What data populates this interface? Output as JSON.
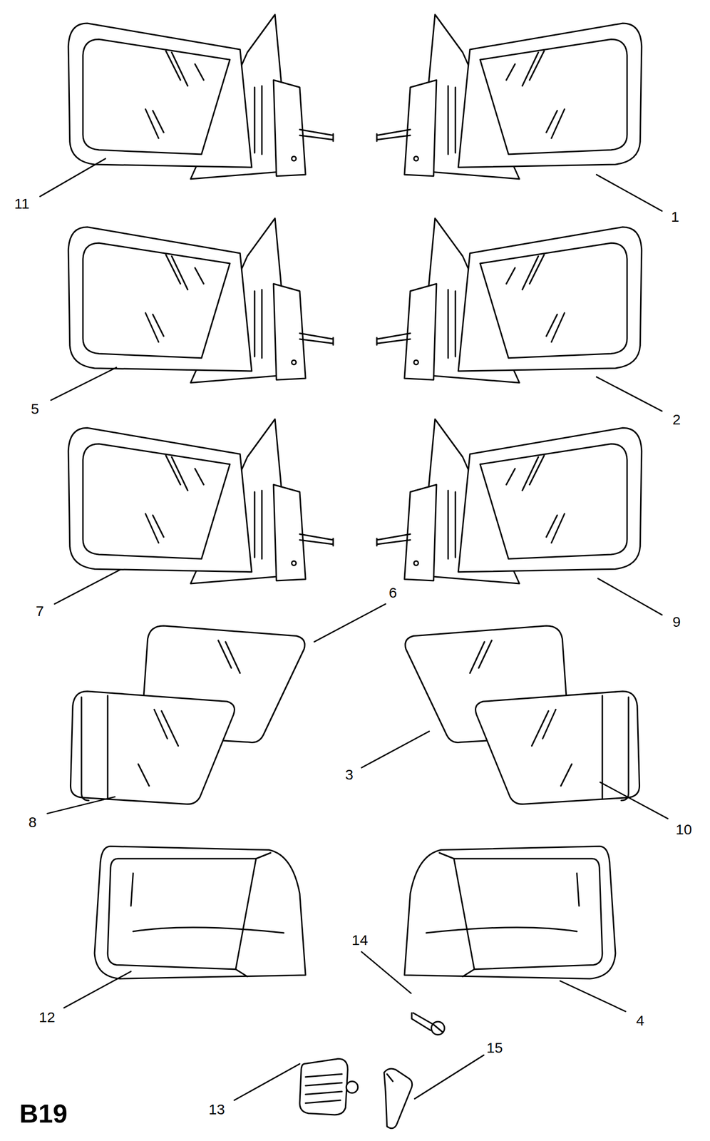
{
  "diagram": {
    "labels": [
      "11",
      "1",
      "5",
      "2",
      "7",
      "9",
      "6",
      "8",
      "3",
      "10",
      "12",
      "4",
      "14",
      "13",
      "15",
      "B19"
    ]
  }
}
